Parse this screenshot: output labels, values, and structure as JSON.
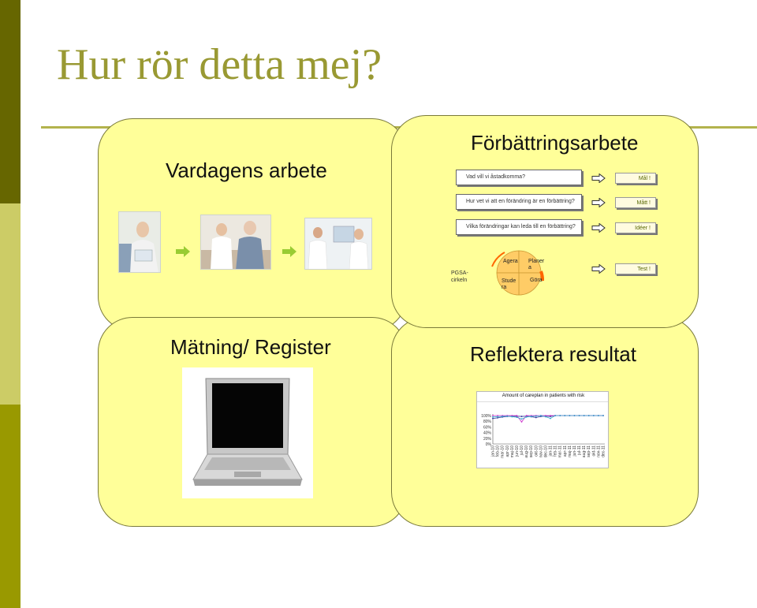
{
  "slide": {
    "title": "Hur rör detta mej?"
  },
  "panels": {
    "vardagens": {
      "title": "Vardagens arbete"
    },
    "forbattring": {
      "title": "Förbättringsarbete",
      "rows": [
        {
          "question": "Vad vill vi åstadkomma?",
          "tag": "Mål !"
        },
        {
          "question": "Hur vet vi att en förändring är en förbättring?",
          "tag": "Mått !"
        },
        {
          "question": "Vilka förändringar kan leda till en förbättring?",
          "tag": "Idéer !"
        }
      ],
      "pdsa": {
        "label": "PGSA-\ncirkeln",
        "segments": [
          "Agera",
          "Planer\na",
          "Göra",
          "Stude\nra"
        ],
        "tag": "Test !"
      }
    },
    "matning": {
      "title": "Mätning/ Register"
    },
    "reflektera": {
      "title": "Reflektera resultat"
    }
  },
  "chart_data": {
    "type": "line",
    "title": "Amount of careplan in patients with risk",
    "ylim": [
      0,
      100
    ],
    "yticks": [
      "100%",
      "80%",
      "60%",
      "40%",
      "20%",
      "0%"
    ],
    "categories": [
      "jan-10",
      "feb-10",
      "mar-10",
      "apr-10",
      "maj-10",
      "jun-10",
      "jul-10",
      "aug-10",
      "sep-10",
      "okt-10",
      "nov-10",
      "dec-10",
      "jan-11",
      "feb-11",
      "mar-11",
      "apr-11",
      "maj-11",
      "jun-11",
      "jul-11",
      "aug-11",
      "sep-11",
      "okt-11",
      "nov-11",
      "dec-11"
    ],
    "series": [
      {
        "color": "#333399",
        "values": [
          90,
          92,
          95,
          97,
          97,
          98,
          97,
          98,
          96,
          93,
          97,
          98,
          97,
          100,
          100,
          100,
          100,
          100,
          100,
          100,
          100,
          100,
          100,
          100
        ]
      },
      {
        "color": "#cc33cc",
        "values": [
          100,
          100,
          100,
          100,
          100,
          100,
          78,
          100,
          100,
          100,
          100,
          100,
          100,
          100,
          100,
          100,
          100,
          100,
          100,
          100,
          100,
          100,
          100,
          100
        ]
      },
      {
        "color": "#33aacc",
        "values": [
          95,
          96,
          97,
          98,
          96,
          94,
          88,
          95,
          97,
          98,
          100,
          96,
          90,
          100,
          100,
          100,
          100,
          100,
          100,
          100,
          100,
          100,
          100,
          100
        ]
      }
    ]
  }
}
